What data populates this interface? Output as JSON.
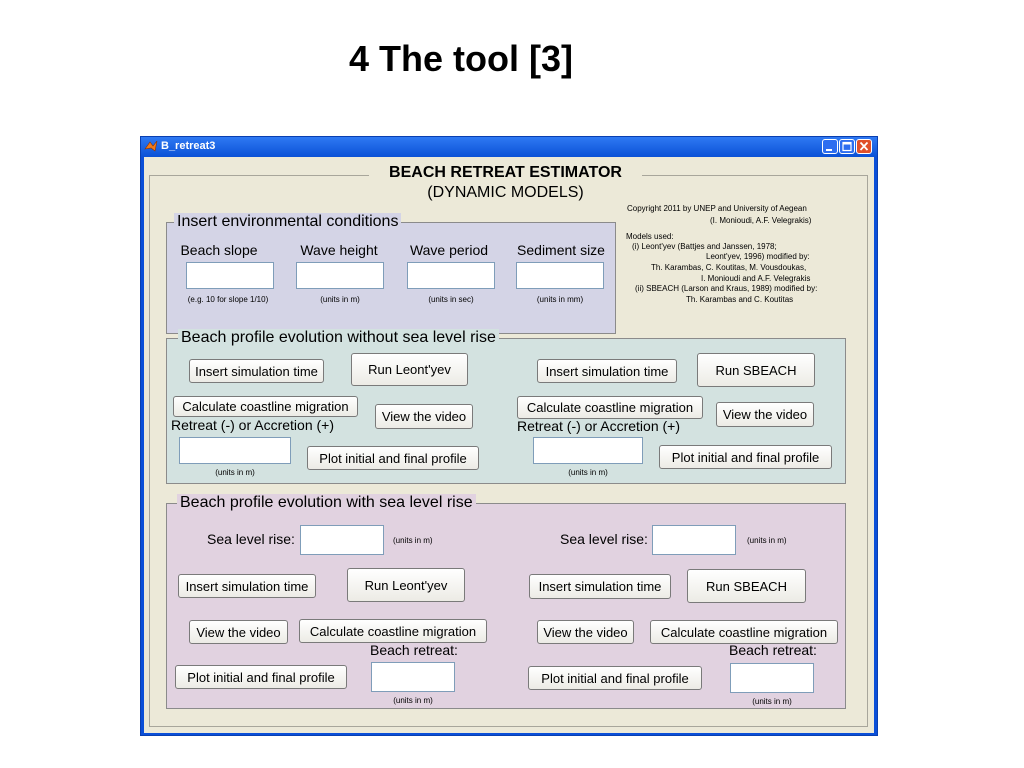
{
  "slide": {
    "title": "4 The tool [3]"
  },
  "window": {
    "title": "B_retreat3",
    "icon": "matlab-icon",
    "buttons": [
      "minimize-icon",
      "maximize-icon",
      "close-icon"
    ]
  },
  "header": {
    "title": "BEACH RETREAT ESTIMATOR",
    "subtitle": "(DYNAMIC MODELS)"
  },
  "copyright": {
    "line1": "Copyright 2011 by UNEP and University of Aegean",
    "line2": "(I. Monioudi, A.F. Velegrakis)",
    "line3": "Models used:",
    "line4": "(i) Leont'yev  (Battjes and Janssen, 1978;",
    "line5": "Leont'yev, 1996) modified by:",
    "line6": "Th. Karambas, C. Koutitas, M. Vousdoukas,",
    "line7": "I. Monioudi and A.F. Velegrakis",
    "line8": "(ii) SBEACH  (Larson and Kraus, 1989) modified by:",
    "line9": "Th. Karambas and C. Koutitas"
  },
  "env": {
    "title": "Insert environmental conditions",
    "fields": [
      {
        "label": "Beach slope",
        "hint": "(e.g. 10 for slope 1/10)",
        "value": ""
      },
      {
        "label": "Wave height",
        "hint": "(units in m)",
        "value": ""
      },
      {
        "label": "Wave period",
        "hint": "(units in sec)",
        "value": ""
      },
      {
        "label": "Sediment size",
        "hint": "(units in mm)",
        "value": ""
      }
    ]
  },
  "no_slr": {
    "title": "Beach profile evolution without sea level rise",
    "left": {
      "insert_time": "Insert simulation time",
      "run": "Run Leont'yev",
      "calc": "Calculate coastline migration",
      "video": "View the video",
      "result_label": "Retreat (-) or Accretion (+)",
      "units": "(units in m)",
      "plot": "Plot initial and final profile",
      "value": ""
    },
    "right": {
      "insert_time": "Insert simulation time",
      "run": "Run SBEACH",
      "calc": "Calculate coastline migration",
      "video": "View the video",
      "result_label": "Retreat (-) or Accretion (+)",
      "units": "(units in m)",
      "plot": "Plot initial and final profile",
      "value": ""
    }
  },
  "slr": {
    "title": "Beach profile evolution with sea level rise",
    "left": {
      "slr_label": "Sea level rise:",
      "slr_units": "(units in m)",
      "insert_time": "Insert simulation time",
      "run": "Run Leont'yev",
      "video": "View the video",
      "calc": "Calculate coastline migration",
      "retreat_label": "Beach retreat:",
      "plot": "Plot initial and final profile",
      "units": "(units in m)",
      "slr_value": "",
      "retreat_value": ""
    },
    "right": {
      "slr_label": "Sea level rise:",
      "slr_units": "(units in m)",
      "insert_time": "Insert simulation time",
      "run": "Run SBEACH",
      "video": "View the video",
      "calc": "Calculate coastline migration",
      "retreat_label": "Beach retreat:",
      "plot": "Plot initial and final profile",
      "units": "(units in m)",
      "slr_value": "",
      "retreat_value": ""
    }
  }
}
